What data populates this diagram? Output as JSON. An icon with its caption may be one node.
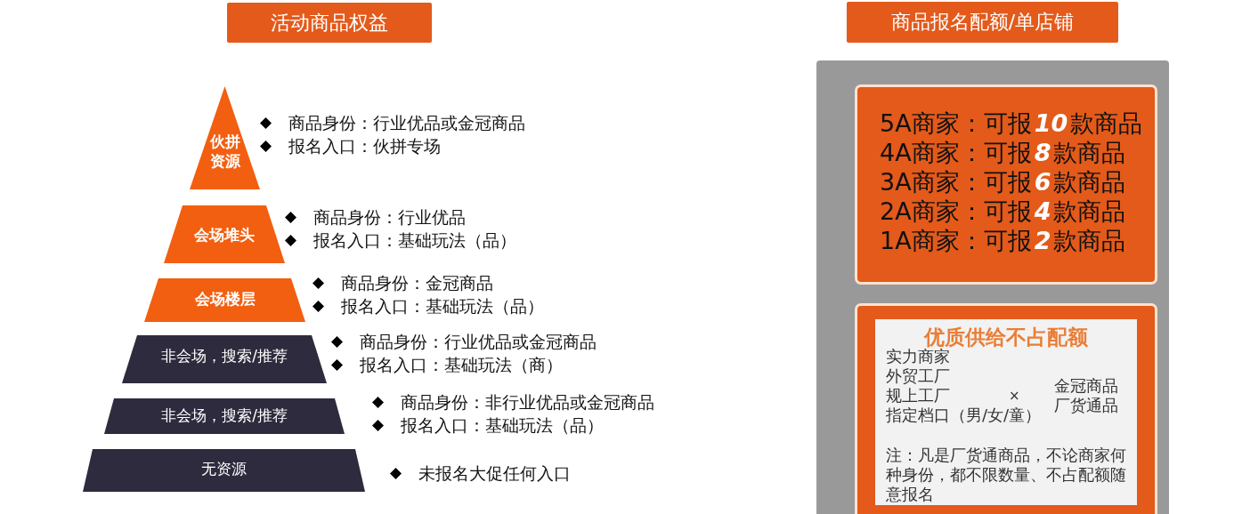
{
  "diagram": {
    "nodes": [
      {
        "text": [
          "活动商品权益"
        ]
      },
      {
        "text": [
          "商品报名配额/单店铺"
        ]
      },
      {
        "text": [
          "伙拼资源"
        ],
        "beside": [
          "商品身份：行业优品或金冠商品",
          "报名入口：伙拼专场"
        ]
      },
      {
        "text": [
          "会场堆头"
        ],
        "beside": [
          "商品身份：行业优品",
          "报名入口：基础玩法（品）"
        ]
      },
      {
        "text": [
          "会场楼层"
        ],
        "beside": [
          "商品身份：金冠商品",
          "报名入口：基础玩法（品）"
        ]
      },
      {
        "text": [
          "非会场，搜索/推荐"
        ],
        "beside": [
          "商品身份：行业优品或金冠商品",
          "报名入口：基础玩法（商）"
        ]
      },
      {
        "text": [
          "非会场，搜索/推荐"
        ],
        "beside": [
          "商品身份：非行业优品或金冠商品",
          "报名入口：基础玩法（品）"
        ]
      },
      {
        "text": [
          "无资源"
        ],
        "beside": [
          "未报名大促任何入口"
        ]
      },
      {
        "text": [],
        "shape": "box"
      },
      {
        "text": [
          "5A商家：可报**10**款商品",
          "4A商家：可报**8**款商品",
          "3A商家：可报**6**款商品",
          "2A商家：可报**4**款商品",
          "1A商家：可报**2**款商品"
        ],
        "in": 8
      },
      {
        "text": [],
        "shape": "box",
        "in": 8
      },
      {
        "text": [
          "优质供给不占配额",
          "实力商家",
          "外贸工厂",
          "规上工厂",
          "指定档口（男/女/童）",
          "×",
          "金冠商品",
          "厂货通品",
          "注：凡是厂货通商品，不论商家何种身份，都不限数量、不占配额随意报名"
        ],
        "in": 10
      }
    ]
  }
}
